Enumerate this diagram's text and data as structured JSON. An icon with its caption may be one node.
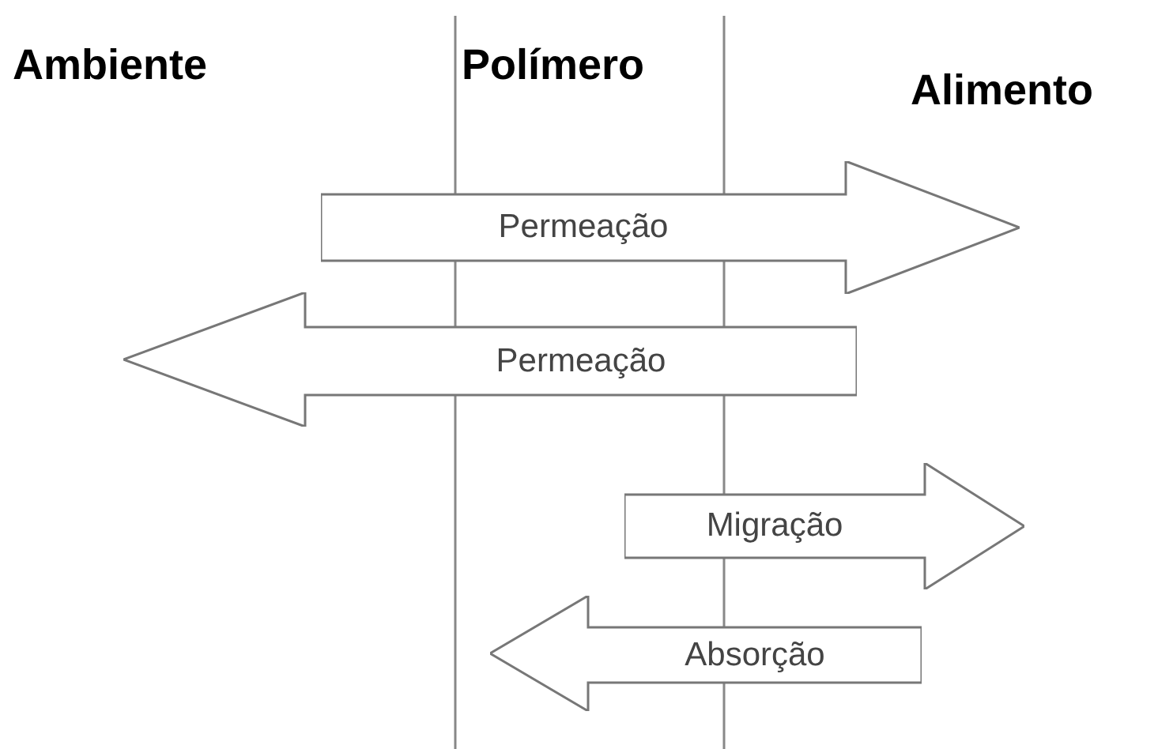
{
  "diagram": {
    "nodes": [
      {
        "text": [
          "Permeação"
        ]
      },
      {
        "text": [
          "Permeação"
        ]
      },
      {
        "text": [
          "Migração"
        ]
      },
      {
        "text": [
          "Absorção"
        ]
      }
    ],
    "labels": [
      "Ambiente",
      "Polímero",
      "Alimento"
    ]
  }
}
